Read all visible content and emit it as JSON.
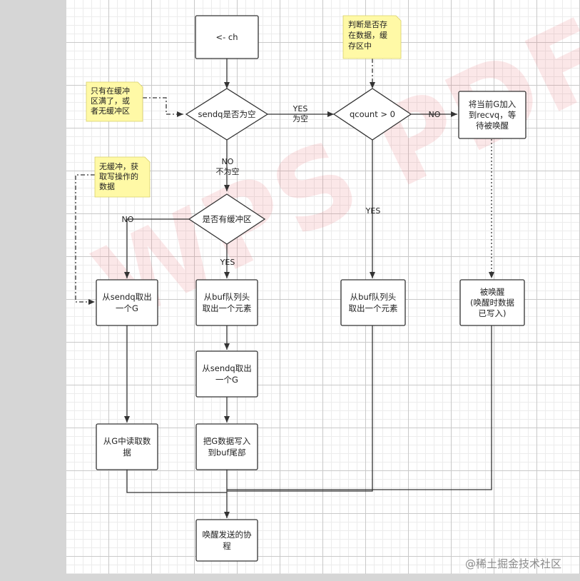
{
  "nodes": {
    "start": "<- ch",
    "sendq_empty": "sendq是否为空",
    "qcount": "qcount > 0",
    "enqueue_recvq": [
      "将当前G加入",
      "到recvq，等",
      "待被唤醒"
    ],
    "has_buffer": "是否有缓冲区",
    "take_from_sendq_left": [
      "从sendq取出",
      "一个G"
    ],
    "buf_head_take_mid": [
      "从buf队列头",
      "取出一个元素"
    ],
    "buf_head_take_right": [
      "从buf队列头",
      "取出一个元素"
    ],
    "woken": [
      "被唤醒",
      "(唤醒时数据",
      "已写入)"
    ],
    "take_from_sendq_mid": [
      "从sendq取出",
      "一个G"
    ],
    "read_from_g": [
      "从G中读取数",
      "据"
    ],
    "write_g_to_buf": [
      "把G数据写入",
      "到buf尾部"
    ],
    "wake_sender": [
      "唤醒发送的协",
      "程"
    ]
  },
  "edge_labels": {
    "yes_empty": [
      "YES",
      "为空"
    ],
    "no_empty": [
      "NO",
      "不为空"
    ],
    "no_qcount": "NO",
    "yes_qcount": "YES",
    "no_buffer": "NO",
    "yes_buffer": "YES"
  },
  "notes": {
    "buffer_full": [
      "只有在缓冲",
      "区满了，或",
      "者无缓冲区"
    ],
    "check_buffer_data": [
      "判断是否存",
      "在数据，缓",
      "存区中"
    ],
    "unbuffered_read": [
      "无缓冲，获",
      "取写操作的",
      "数据"
    ]
  },
  "watermark": "WPS PDF编辑",
  "footer": "@稀土掘金技术社区",
  "colors": {
    "note_fill": "#fff9a6",
    "stroke": "#333333",
    "watermark": "#eb7882"
  }
}
